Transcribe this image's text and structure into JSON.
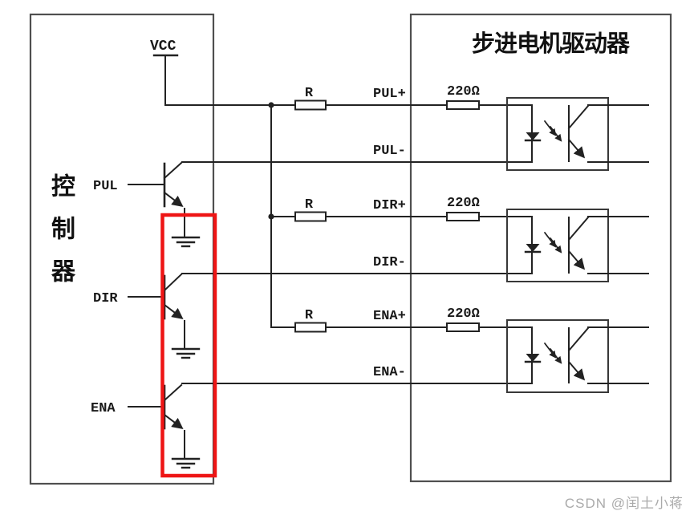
{
  "diagram": {
    "background": "#ffffff",
    "wire_color": "#222222",
    "box_border_color": "#4f4f4f",
    "highlight_color": "#ee1515",
    "controller": {
      "title": "控制器"
    },
    "driver": {
      "title": "步进电机驱动器"
    },
    "power": {
      "vcc_label": "VCC"
    },
    "channels": [
      {
        "input_label": "PUL",
        "series_resistor_label": "R",
        "plus_label": "PUL+",
        "minus_label": "PUL-",
        "driver_resistor_label": "220Ω"
      },
      {
        "input_label": "DIR",
        "series_resistor_label": "R",
        "plus_label": "DIR+",
        "minus_label": "DIR-",
        "driver_resistor_label": "220Ω"
      },
      {
        "input_label": "ENA",
        "series_resistor_label": "R",
        "plus_label": "ENA+",
        "minus_label": "ENA-",
        "driver_resistor_label": "220Ω"
      }
    ],
    "watermark": {
      "text": "CSDN @闰土小蒋",
      "color": "#aaaaaa"
    }
  }
}
